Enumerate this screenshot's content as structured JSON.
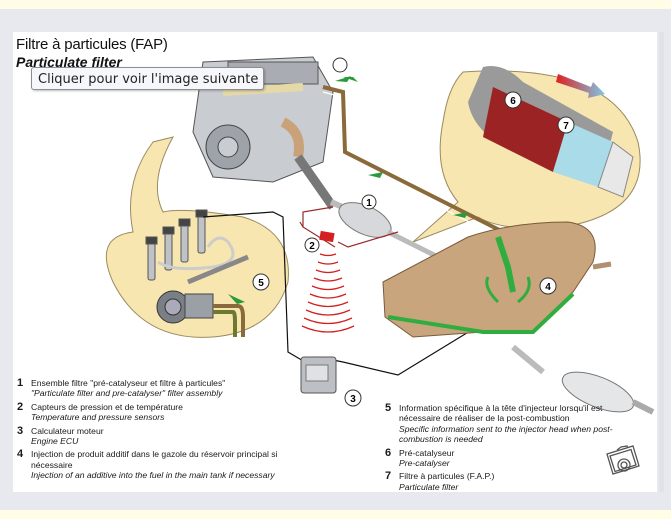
{
  "page": {
    "tooltip": "Cliquer pour voir l'image suivante"
  },
  "diagram": {
    "title": "Filtre à particules (FAP)",
    "subtitle": "Particulate filter",
    "callouts": [
      "1",
      "2",
      "3",
      "4",
      "5",
      "5",
      "6",
      "7"
    ],
    "legend_left": [
      {
        "num": "1",
        "fr": "Ensemble filtre \"pré-catalyseur et filtre à particules\"",
        "en": "\"Particulate filter and pre-catalyser\" filter assembly"
      },
      {
        "num": "2",
        "fr": "Capteurs de pression et de température",
        "en": "Temperature and pressure sensors"
      },
      {
        "num": "3",
        "fr": "Calculateur moteur",
        "en": "Engine ECU"
      },
      {
        "num": "4",
        "fr": "Injection de produit additif dans le gazole du réservoir principal si nécessaire",
        "en": "Injection of an additive into the fuel in the main tank if necessary"
      }
    ],
    "legend_right": [
      {
        "num": "5",
        "fr": "Information spécifique à la tête d'injecteur lorsqu'il est nécessaire de réaliser de la post-combustion",
        "en": "Specific information sent to the injector head when post-combustion is needed"
      },
      {
        "num": "6",
        "fr": "Pré-catalyseur",
        "en": "Pre-catalyser"
      },
      {
        "num": "7",
        "fr": "Filtre à particules (F.A.P.)",
        "en": "Particulate filter"
      }
    ],
    "icons": {
      "camera": "camera-icon"
    },
    "colors": {
      "bubble": "#f8e6b0",
      "pipe": "#8a6a3a",
      "flow_arrow": "#2a9a3a",
      "sensor": "#d42020",
      "tank": "#c9a57e",
      "tank_outline": "#2fae3f",
      "precat": "#9c2323",
      "filter": "#a9dbe8"
    }
  }
}
